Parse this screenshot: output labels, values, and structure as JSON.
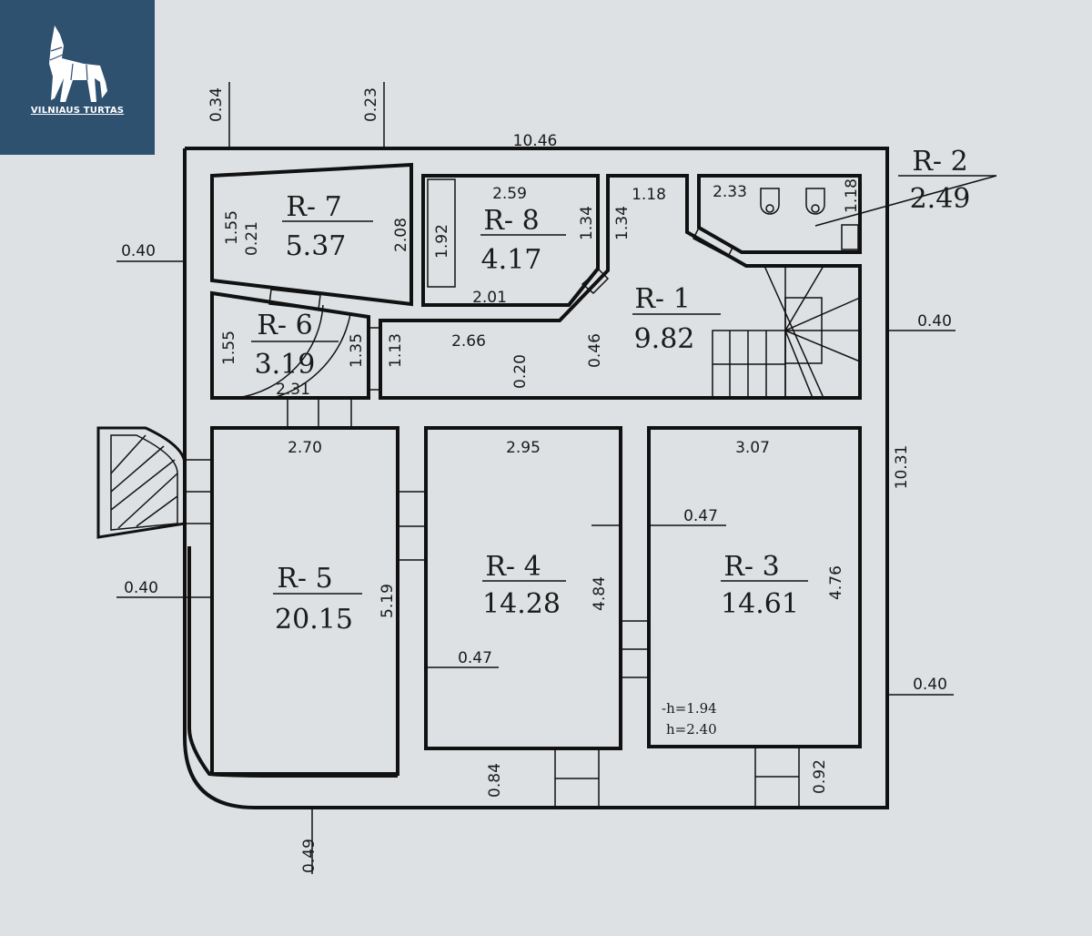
{
  "logo": {
    "brand": "VILNIAUS TURTAS",
    "background": "#2f5170"
  },
  "rooms": [
    {
      "id": "R- 1",
      "area": "9.82"
    },
    {
      "id": "R- 2",
      "area": "2.49"
    },
    {
      "id": "R- 3",
      "area": "14.61"
    },
    {
      "id": "R- 4",
      "area": "14.28"
    },
    {
      "id": "R- 5",
      "area": "20.15"
    },
    {
      "id": "R- 6",
      "area": "3.19"
    },
    {
      "id": "R- 7",
      "area": "5.37"
    },
    {
      "id": "R- 8",
      "area": "4.17"
    }
  ],
  "dims": [
    "0.34",
    "0.23",
    "10.46",
    "0.40",
    "1.55",
    "0.21",
    "2.08",
    "2.59",
    "1.92",
    "1.34",
    "2.01",
    "1.34",
    "1.18",
    "2.33",
    "1.18",
    "0.40",
    "1.55",
    "1.35",
    "1.13",
    "2.31",
    "2.66",
    "0.20",
    "0.46",
    "2.70",
    "2.95",
    "3.07",
    "10.31",
    "0.47",
    "4.76",
    "5.19",
    "4.84",
    "0.40",
    "0.47",
    "0.40",
    "0.84",
    "0.92",
    "0.49"
  ],
  "notes": {
    "h1": "-h=1.94",
    "h2": "h=2.40"
  }
}
